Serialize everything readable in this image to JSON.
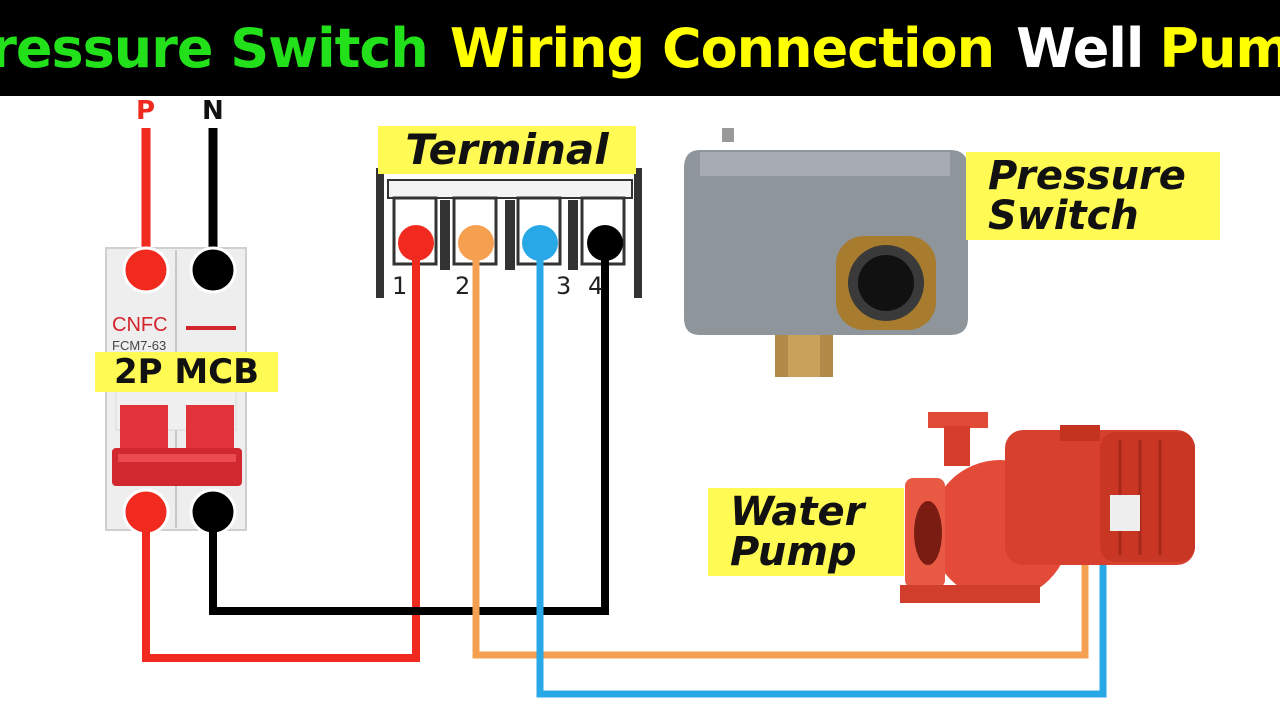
{
  "title": {
    "part1": "Pressure Switch",
    "part2": "Wiring Connection",
    "part3": "Well",
    "part4": "Pump"
  },
  "supply": {
    "phase_label": "P",
    "neutral_label": "N"
  },
  "mcb": {
    "brand": "CNFC",
    "model": "FCM7-63",
    "label": "2P MCB"
  },
  "terminal": {
    "label": "Terminal",
    "numbers": [
      "1",
      "2",
      "3",
      "4"
    ]
  },
  "pressure_switch": {
    "label_line1": "Pressure",
    "label_line2": "Switch"
  },
  "water_pump": {
    "label_line1": "Water",
    "label_line2": "Pump"
  },
  "colors": {
    "phase_wire": "#f02a1e",
    "neutral_wire": "#000000",
    "orange_wire": "#f5a050",
    "blue_wire": "#28a8e6",
    "title_green": "#22e01a",
    "title_yellow": "#ffff00",
    "label_bg": "#fffb54"
  }
}
